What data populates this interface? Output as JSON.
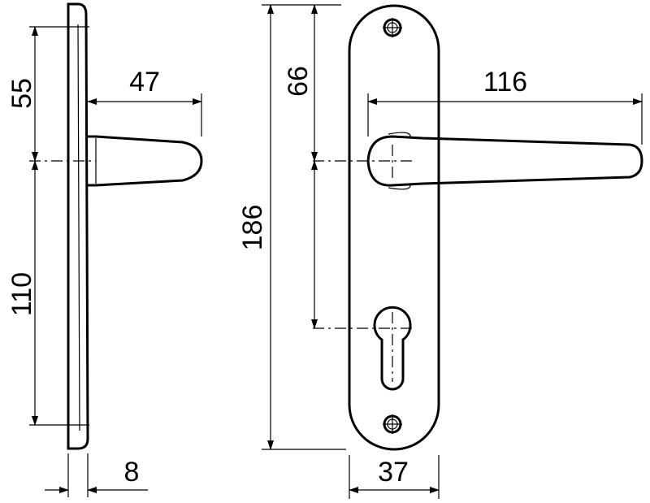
{
  "drawing": {
    "dimensions": {
      "side_upper": "55",
      "side_lower": "110",
      "lever_projection": "47",
      "plate_thickness": "8",
      "lever_to_keyhole": "66",
      "plate_length": "186",
      "lever_length": "116",
      "plate_width": "37"
    }
  }
}
